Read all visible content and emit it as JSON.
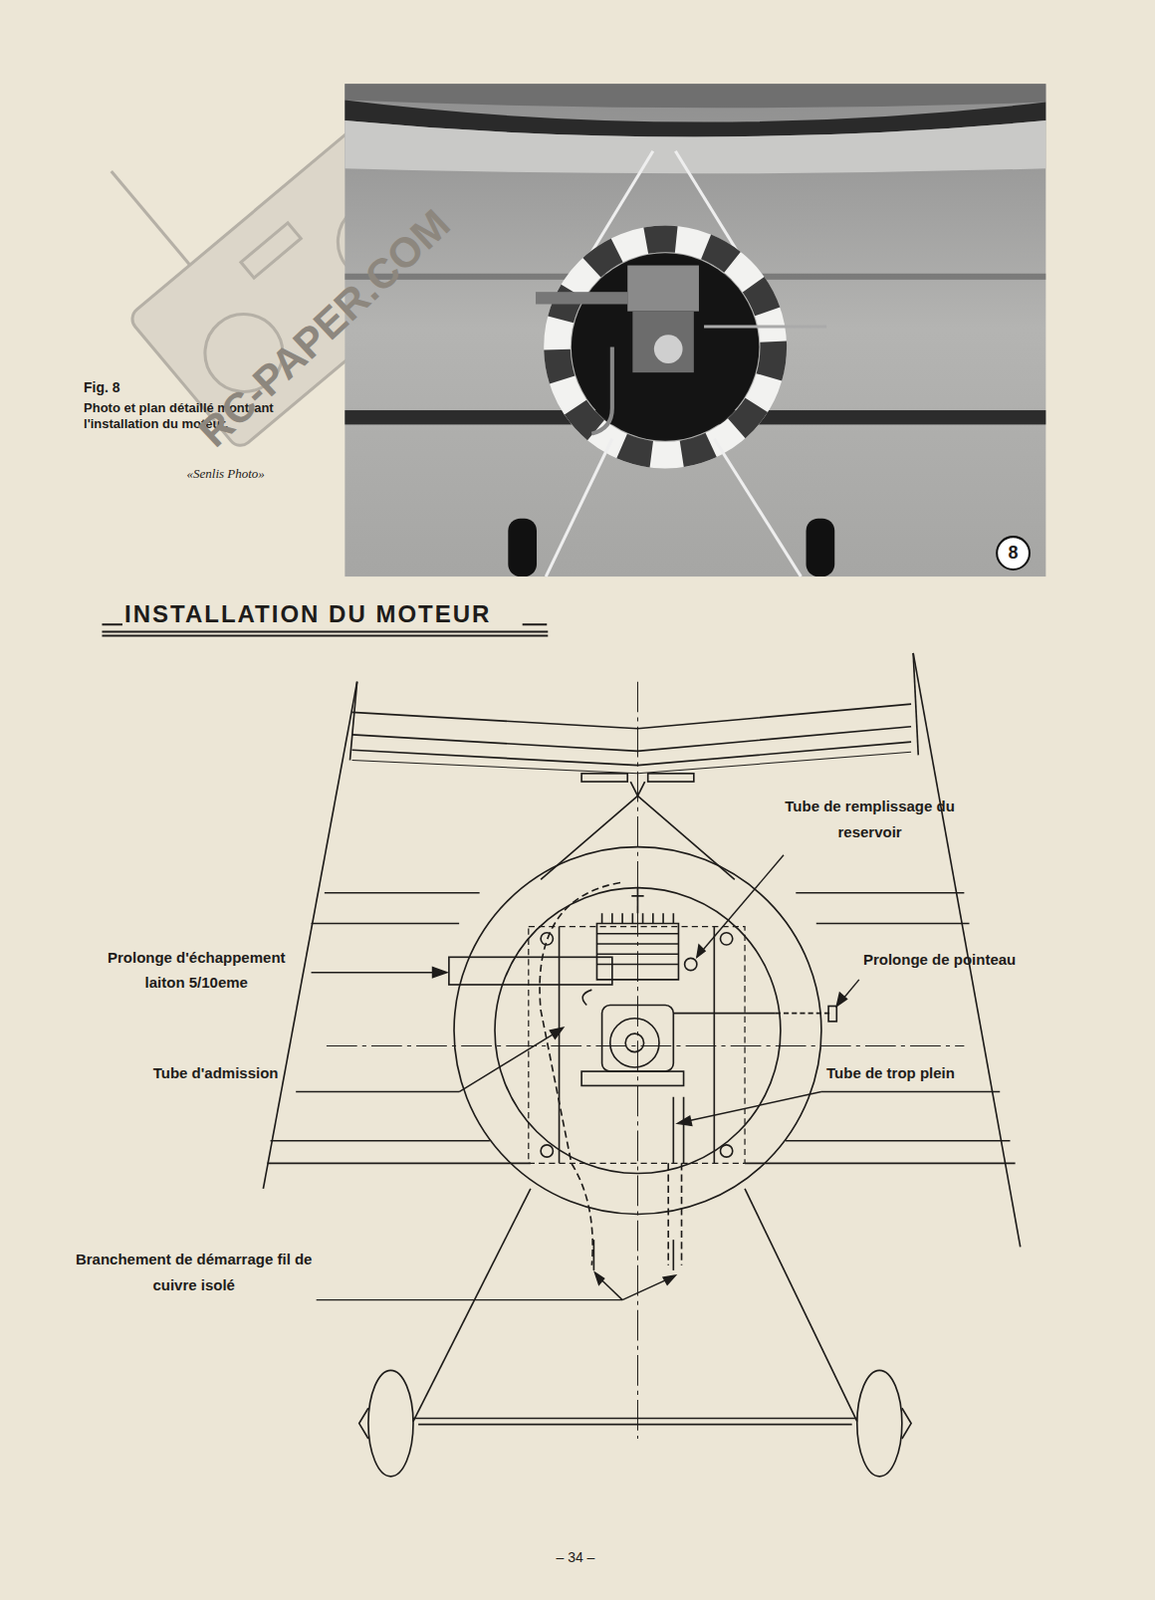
{
  "diagram": {
    "title": "INSTALLATION DU MOTEUR",
    "caption": "Photo et plan détaillé montrant l'installation du moteur.",
    "nodes": [
      {
        "text": [
          "8"
        ]
      }
    ],
    "edges": [],
    "labels": [
      "Fig. 8",
      "«Senlis Photo»",
      "RC-PAPER.COM",
      "Tube de remplissage du reservoir",
      "Prolonge d'échappement laiton 5/10eme",
      "Prolonge de pointeau",
      "Tube d'admission",
      "Tube de trop plein",
      "Branchement de démarrage fil de cuivre isolé",
      "– 34 –"
    ]
  }
}
